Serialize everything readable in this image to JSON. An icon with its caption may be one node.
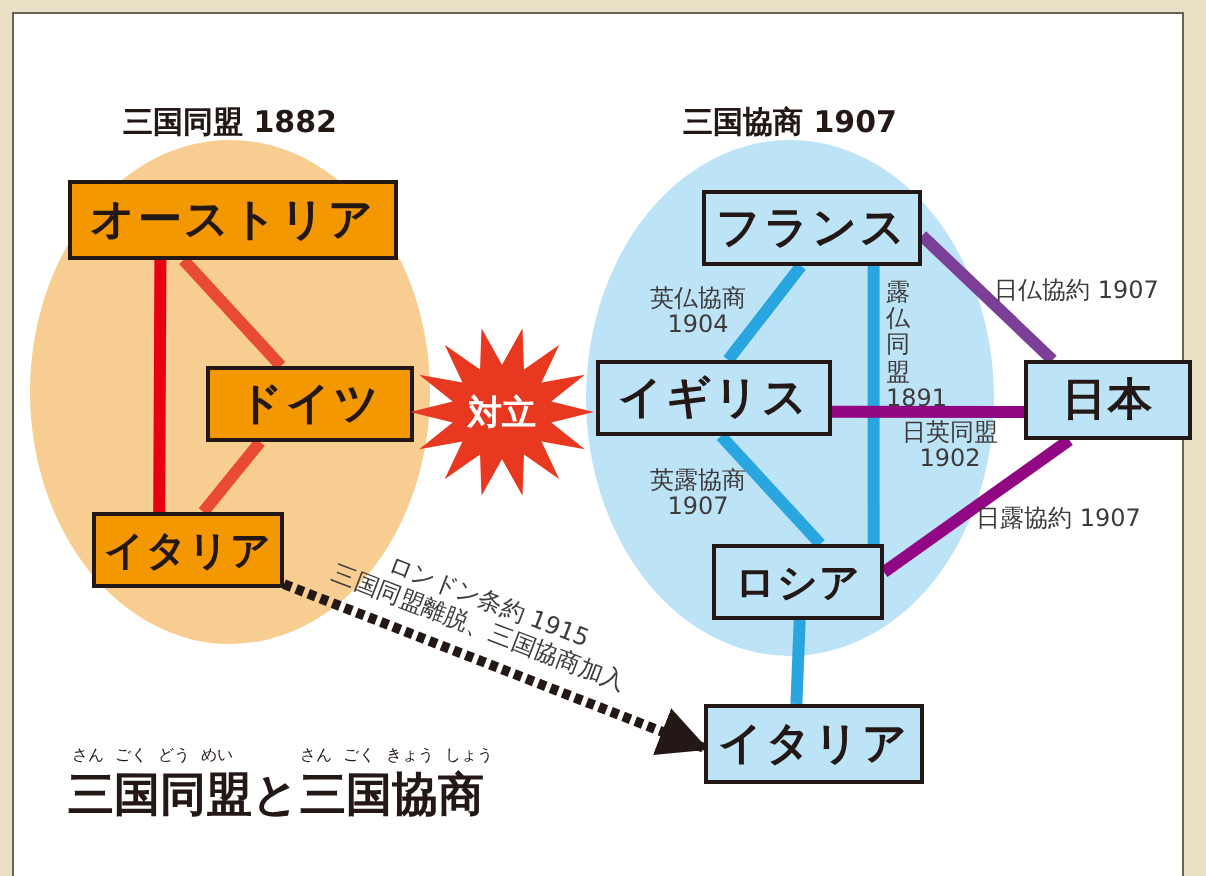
{
  "diagram": {
    "title": "三国同盟と三国協商",
    "nodes": [
      {
        "text": [
          "三国同盟 1882"
        ]
      },
      {
        "text": [
          "オーストリア"
        ],
        "in": 0
      },
      {
        "text": [
          "ドイツ"
        ],
        "in": 0
      },
      {
        "text": [
          "イタリア"
        ],
        "in": 0
      },
      {
        "text": [
          "対立"
        ]
      },
      {
        "text": [
          "三国協商 1907"
        ]
      },
      {
        "text": [
          "フランス"
        ],
        "in": 5
      },
      {
        "text": [
          "イギリス"
        ],
        "in": 5
      },
      {
        "text": [
          "ロシア"
        ],
        "in": 5
      },
      {
        "text": [
          "日本"
        ]
      },
      {
        "text": [
          "イタリア"
        ]
      }
    ],
    "edges": [
      {
        "from": 1,
        "to": 2,
        "arrow": "none",
        "color": "#e84a32"
      },
      {
        "from": 1,
        "to": 3,
        "arrow": "none",
        "color": "#e60012"
      },
      {
        "from": 2,
        "to": 3,
        "arrow": "none",
        "color": "#e84a32"
      },
      {
        "from": 6,
        "to": 7,
        "arrow": "none",
        "label": "英仏協商 1904"
      },
      {
        "from": 6,
        "to": 8,
        "arrow": "none",
        "label": "露仏同盟1891"
      },
      {
        "from": 7,
        "to": 8,
        "arrow": "none",
        "label": "英露協商 1907"
      },
      {
        "from": 6,
        "to": 9,
        "arrow": "none",
        "label": "日仏協約 1907",
        "color": "#7b3f98"
      },
      {
        "from": 7,
        "to": 9,
        "arrow": "none",
        "label": "日英同盟 1902",
        "color": "#920783"
      },
      {
        "from": 8,
        "to": 9,
        "arrow": "none",
        "label": "日露協約 1907",
        "color": "#920783"
      },
      {
        "from": 8,
        "to": 10,
        "arrow": "none"
      },
      {
        "from": 3,
        "to": 10,
        "arrow": "to",
        "label": "ロンドン条約 1915 三国同盟離脱、三国協商加入",
        "style": "dashed",
        "color": "#231815"
      }
    ],
    "labels": [
      "さん ごく どう めい",
      "さん ごく きょう しょう"
    ]
  }
}
